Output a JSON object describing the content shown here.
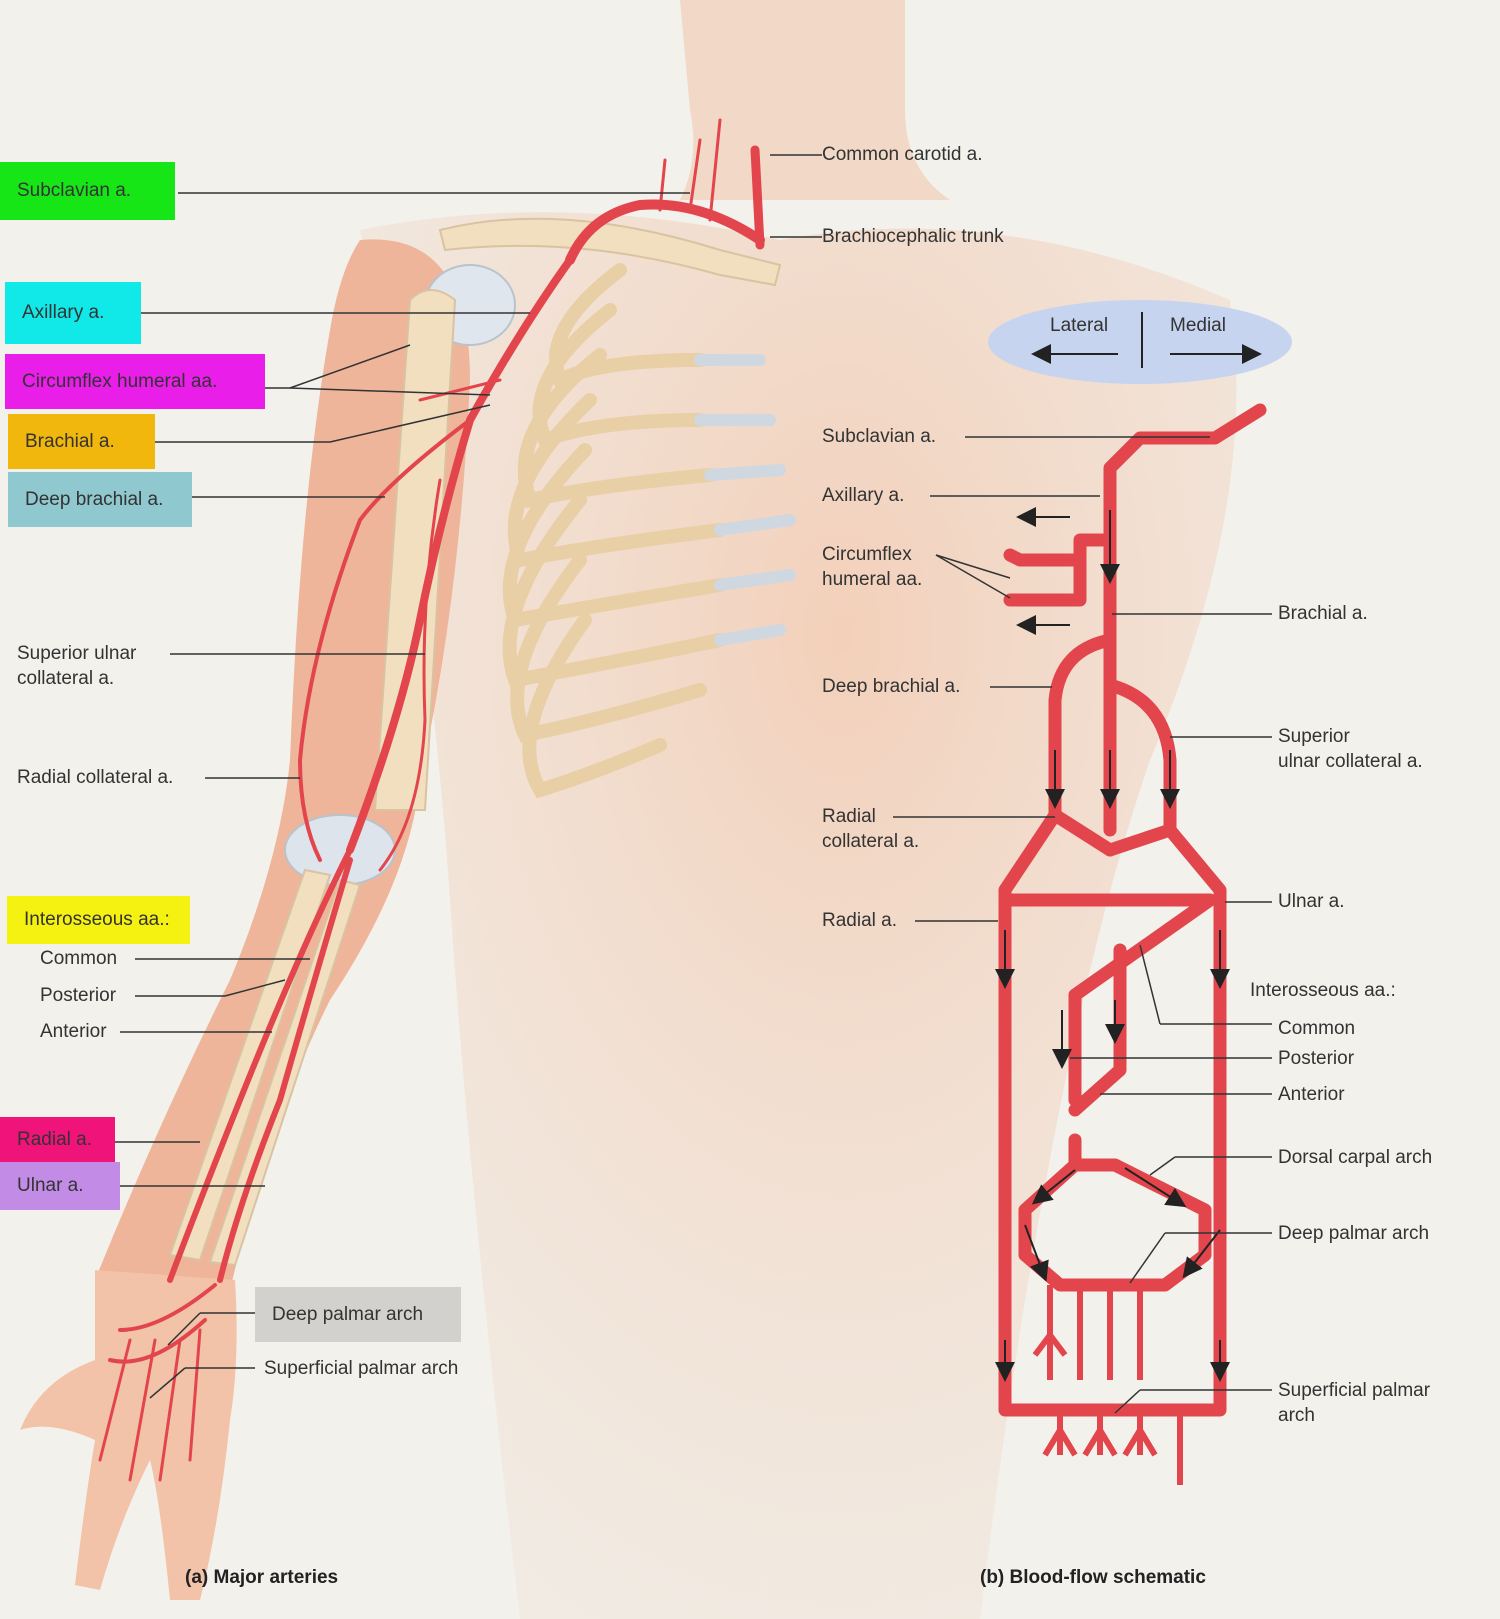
{
  "colors": {
    "background": "#f3f1ec",
    "artery": "#e2464c",
    "subclavian_highlight": "#16e616",
    "axillary_highlight": "#11e8e8",
    "circumflex_highlight": "#e91ee9",
    "brachial_highlight": "#f2b70c",
    "deep_brachial_highlight": "#8fc9cf",
    "interosseous_highlight": "#f5f212",
    "radial_highlight": "#f0137a",
    "ulnar_highlight": "#c28ce6",
    "deep_palmar_highlight": "#d3d1ce"
  },
  "panel_a": {
    "caption": "(a) Major arteries",
    "labels": {
      "common_carotid": "Common carotid a.",
      "brachiocephalic": "Brachiocephalic trunk",
      "subclavian": "Subclavian a.",
      "axillary": "Axillary a.",
      "circumflex_humeral": "Circumflex humeral aa.",
      "brachial": "Brachial a.",
      "deep_brachial": "Deep brachial a.",
      "superior_ulnar_collateral": "Superior ulnar\ncollateral a.",
      "radial_collateral": "Radial collateral a.",
      "interosseous": "Interosseous aa.:",
      "common": "Common",
      "posterior": "Posterior",
      "anterior": "Anterior",
      "radial": "Radial a.",
      "ulnar": "Ulnar a.",
      "deep_palmar_arch": "Deep palmar arch",
      "superficial_palmar_arch": "Superficial palmar arch"
    }
  },
  "panel_b": {
    "caption": "(b) Blood-flow schematic",
    "direction": {
      "lateral": "Lateral",
      "medial": "Medial"
    },
    "labels": {
      "subclavian": "Subclavian a.",
      "axillary": "Axillary a.",
      "circumflex_humeral": "Circumflex\nhumeral aa.",
      "brachial": "Brachial a.",
      "deep_brachial": "Deep brachial a.",
      "superior_ulnar_collateral": "Superior\nulnar collateral a.",
      "radial_collateral": "Radial\ncollateral a.",
      "ulnar": "Ulnar a.",
      "radial": "Radial a.",
      "interosseous": "Interosseous aa.:",
      "common": "Common",
      "posterior": "Posterior",
      "anterior": "Anterior",
      "dorsal_carpal_arch": "Dorsal carpal arch",
      "deep_palmar_arch": "Deep palmar arch",
      "superficial_palmar_arch": "Superficial palmar\narch"
    }
  }
}
